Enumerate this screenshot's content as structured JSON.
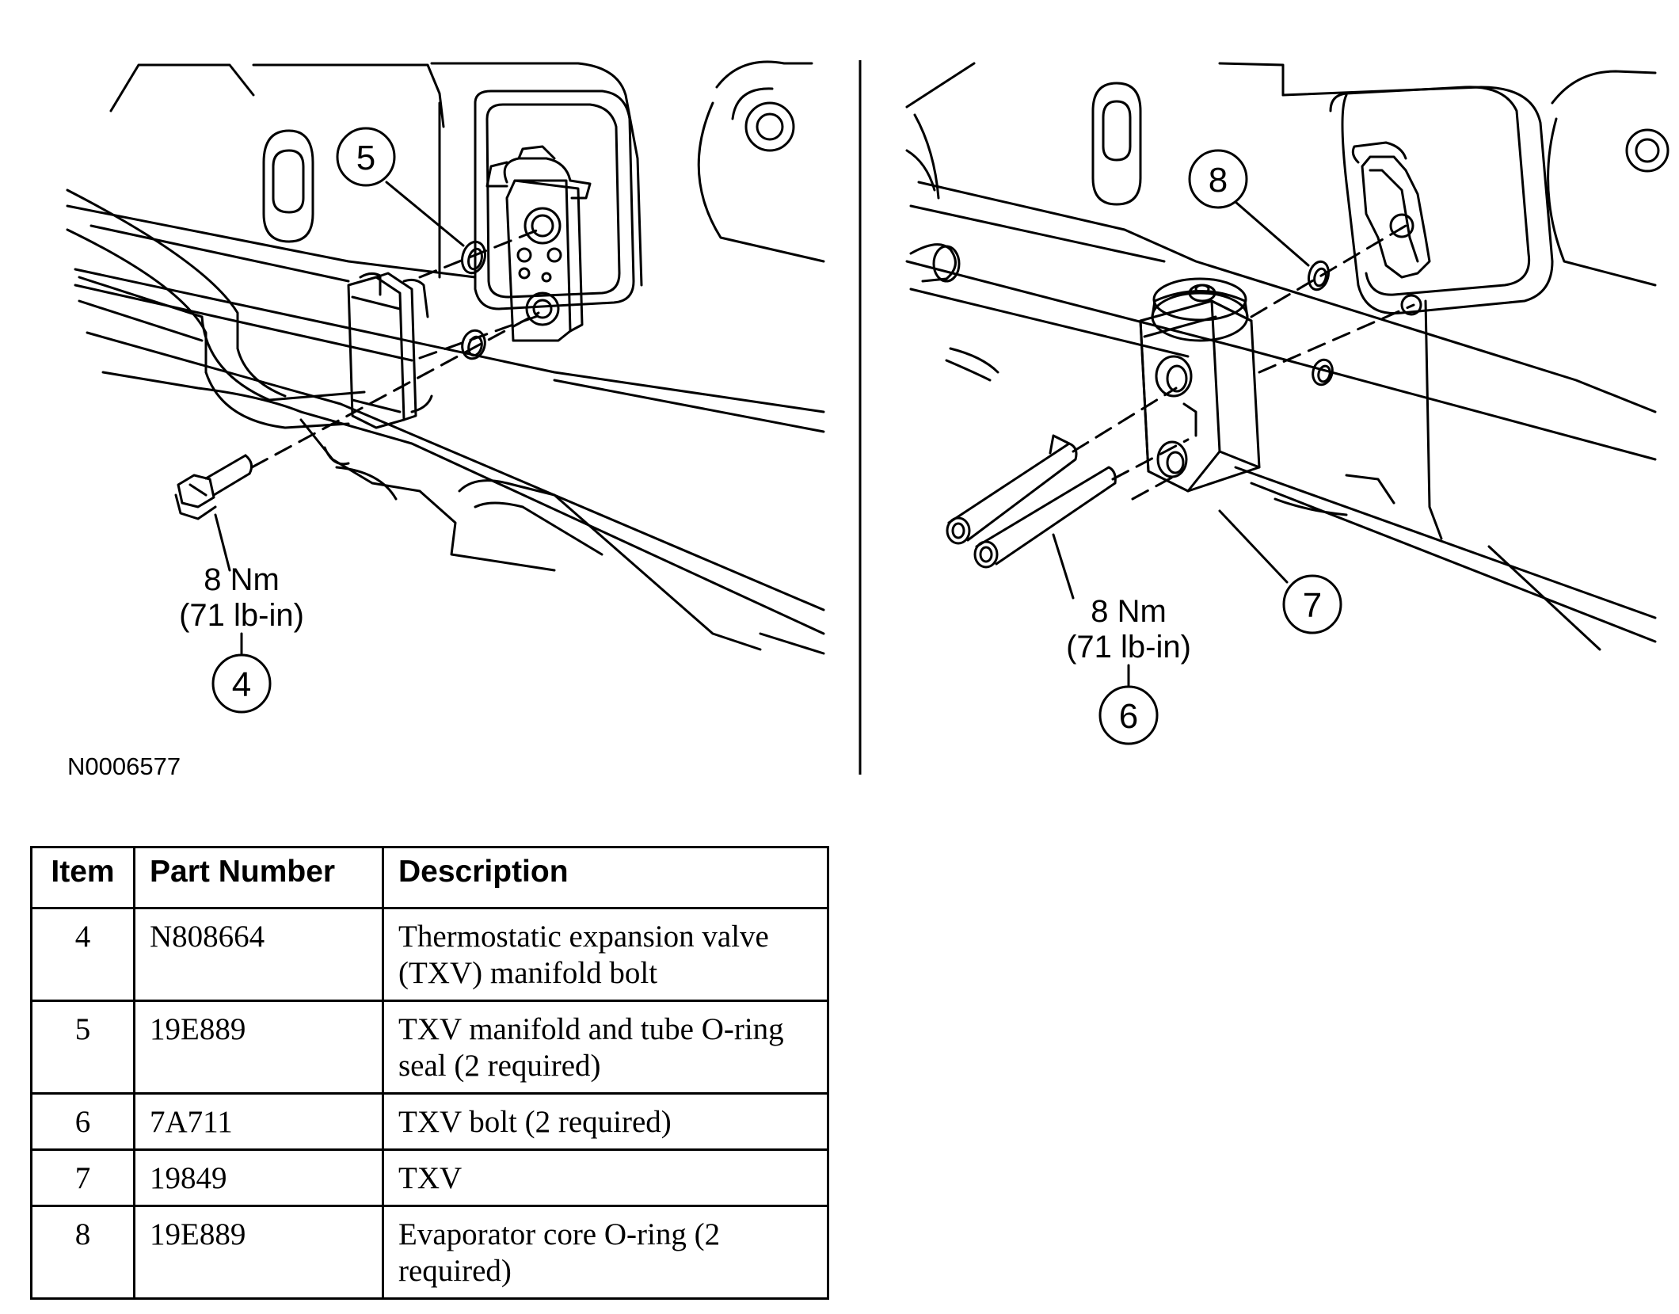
{
  "figure_id": "N0006577",
  "left_view": {
    "callouts": [
      "5",
      "4"
    ],
    "torque_nm": "8 Nm",
    "torque_lbin": "(71 lb-in)"
  },
  "right_view": {
    "callouts": [
      "8",
      "7",
      "6"
    ],
    "torque_nm": "8 Nm",
    "torque_lbin": "(71 lb-in)"
  },
  "table": {
    "headers": {
      "item": "Item",
      "part_number": "Part Number",
      "description": "Description"
    },
    "rows": [
      {
        "item": "4",
        "part_number": "N808664",
        "description": "Thermostatic expansion valve (TXV) manifold bolt"
      },
      {
        "item": "5",
        "part_number": "19E889",
        "description": "TXV manifold and tube O-ring seal (2 required)"
      },
      {
        "item": "6",
        "part_number": "7A711",
        "description": "TXV bolt (2 required)"
      },
      {
        "item": "7",
        "part_number": "19849",
        "description": "TXV"
      },
      {
        "item": "8",
        "part_number": "19E889",
        "description": "Evaporator core O-ring (2 required)"
      }
    ]
  }
}
